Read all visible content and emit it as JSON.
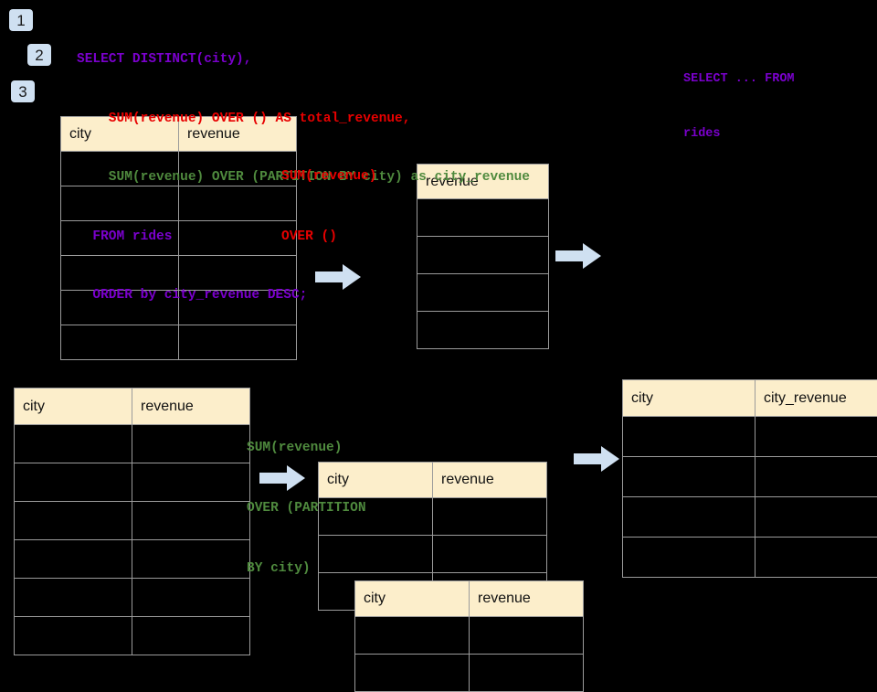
{
  "palette": {
    "background": "#000000",
    "badge_bg": "#cfe0f1",
    "header_bg": "#fceecb",
    "border": "#9b9b9b",
    "arrow": "#cfe0f1",
    "purple": "#7a00cc",
    "red": "#e80000",
    "green": "#4f8a3e"
  },
  "badges": [
    {
      "label": "1"
    },
    {
      "label": "2"
    },
    {
      "label": "3"
    }
  ],
  "sql": {
    "lines": [
      {
        "text": "SELECT DISTINCT(city),",
        "color": "purple"
      },
      {
        "text": "    SUM(revenue) OVER () AS total_revenue,",
        "color": "red"
      },
      {
        "text": "    SUM(revenue) OVER (PARTITION BY city) as city_revenue",
        "color": "green"
      },
      {
        "text": "  FROM rides",
        "color": "purple"
      },
      {
        "text": "  ORDER by city_revenue DESC;",
        "color": "purple"
      }
    ],
    "side_note": {
      "line1": "SELECT ... FROM",
      "line2": "rides",
      "color": "purple"
    }
  },
  "annotations": {
    "over_empty": {
      "line1": "SUM(revenue)",
      "line2": "OVER ()",
      "color": "red"
    },
    "over_partition": {
      "line1": "SUM(revenue)",
      "line2": "OVER (PARTITION",
      "line3": "BY city)",
      "color": "green"
    }
  },
  "tables": {
    "source_top": {
      "name": "rides-source-table-top",
      "headers": [
        "city",
        "revenue"
      ],
      "row_count": 6,
      "rows": [
        [
          "",
          ""
        ],
        [
          "",
          ""
        ],
        [
          "",
          ""
        ],
        [
          "",
          ""
        ],
        [
          "",
          ""
        ],
        [
          "",
          ""
        ]
      ]
    },
    "total_revenue": {
      "name": "total-revenue-table",
      "headers": [
        "revenue"
      ],
      "row_count": 4,
      "rows": [
        [
          ""
        ],
        [
          ""
        ],
        [
          ""
        ],
        [
          ""
        ]
      ]
    },
    "source_bottom": {
      "name": "rides-source-table-bottom",
      "headers": [
        "city",
        "revenue"
      ],
      "row_count": 6,
      "rows": [
        [
          "",
          ""
        ],
        [
          "",
          ""
        ],
        [
          "",
          ""
        ],
        [
          "",
          ""
        ],
        [
          "",
          ""
        ],
        [
          "",
          ""
        ]
      ]
    },
    "partition_back": {
      "name": "partition-table-back",
      "headers": [
        "city",
        "revenue"
      ],
      "row_count": 3,
      "rows": [
        [
          "",
          ""
        ],
        [
          "",
          ""
        ],
        [
          "",
          ""
        ]
      ]
    },
    "partition_front": {
      "name": "partition-table-front",
      "headers": [
        "city",
        "revenue"
      ],
      "row_count": 2,
      "rows": [
        [
          "",
          ""
        ],
        [
          "",
          ""
        ]
      ]
    },
    "result": {
      "name": "city-revenue-result-table",
      "headers": [
        "city",
        "city_revenue"
      ],
      "row_count": 4,
      "rows": [
        [
          "",
          ""
        ],
        [
          "",
          ""
        ],
        [
          "",
          ""
        ],
        [
          "",
          ""
        ]
      ]
    }
  },
  "arrows": [
    {
      "name": "arrow-source-to-total"
    },
    {
      "name": "arrow-total-to-result"
    },
    {
      "name": "arrow-source-to-partition"
    },
    {
      "name": "arrow-partition-to-result"
    }
  ]
}
